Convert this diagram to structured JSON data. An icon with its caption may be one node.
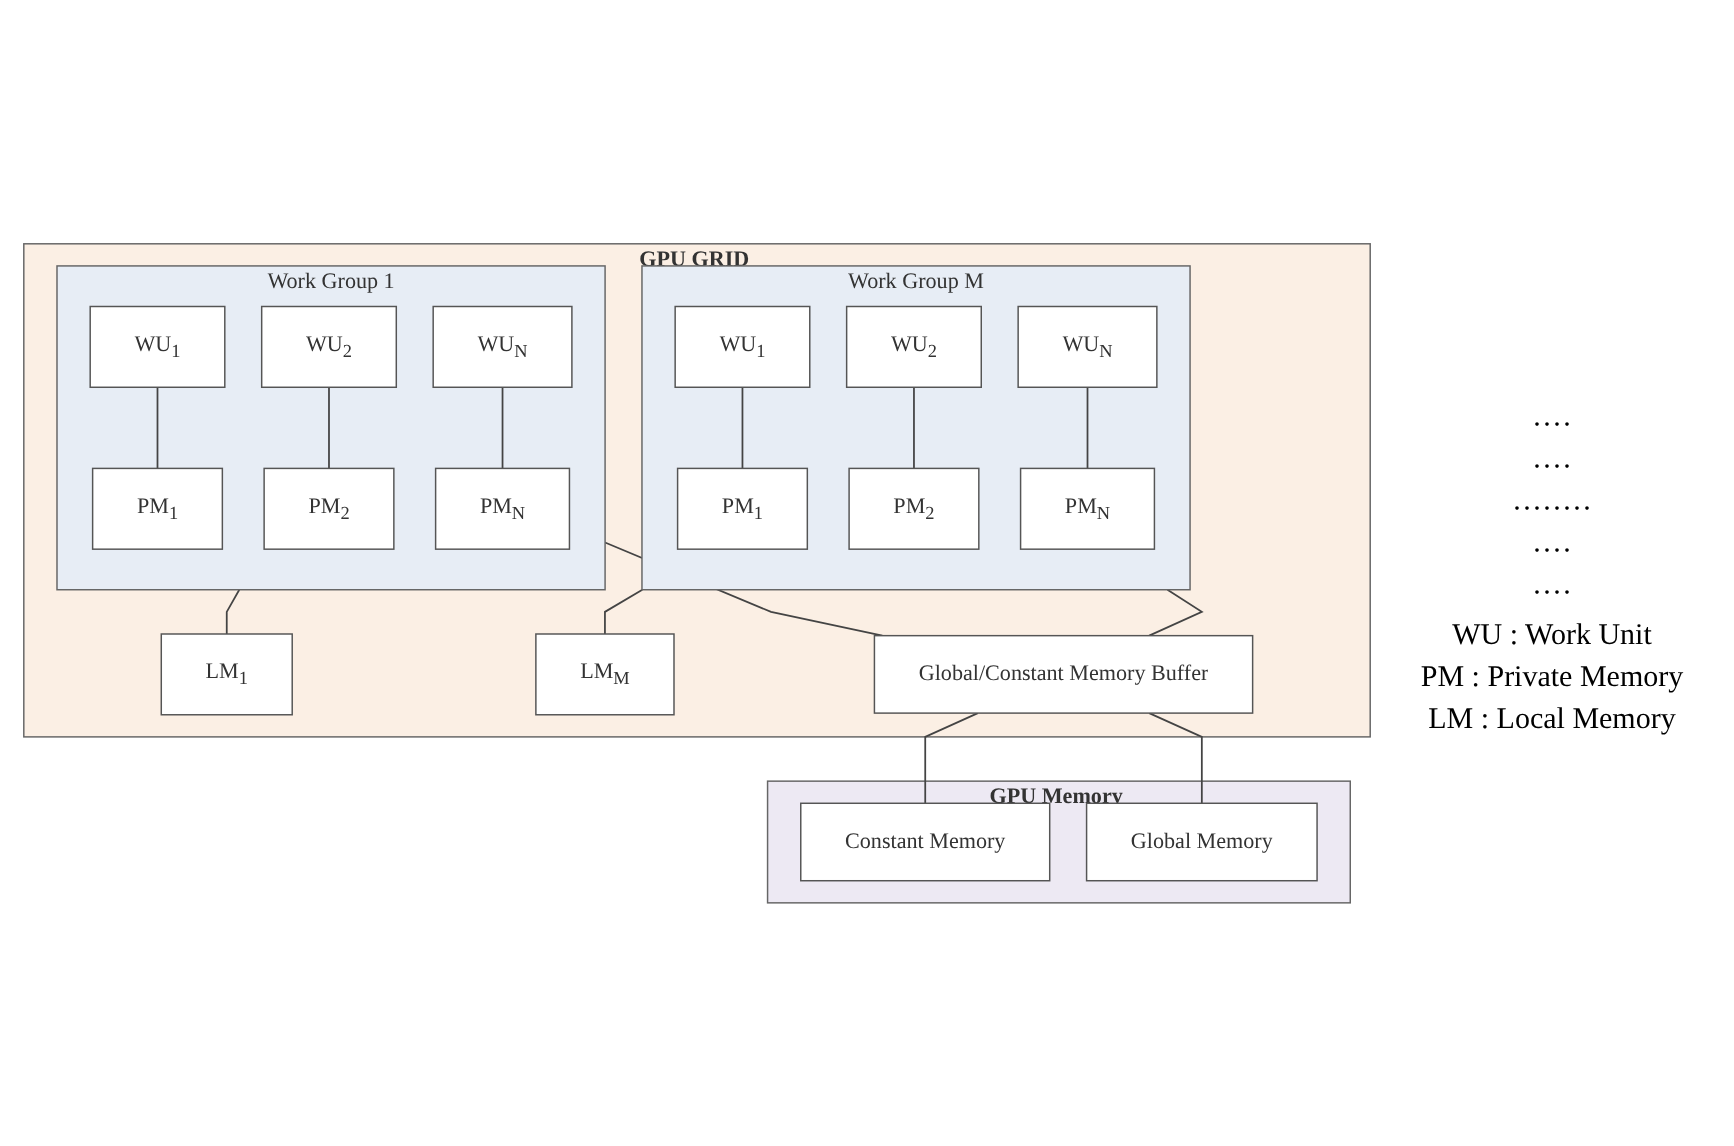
{
  "diagram": {
    "nodes": [
      {
        "text": [
          "GPU GRID"
        ]
      },
      {
        "text": [
          "Work Group 1"
        ],
        "in": 0
      },
      {
        "text": [
          "WU$_{1}$"
        ],
        "in": 1
      },
      {
        "text": [
          "WU$_{2}$"
        ],
        "in": 1
      },
      {
        "text": [
          "WU$_{N}$"
        ],
        "in": 1
      },
      {
        "text": [
          "PM$_{1}$"
        ],
        "in": 1
      },
      {
        "text": [
          "PM$_{2}$"
        ],
        "in": 1
      },
      {
        "text": [
          "PM$_{N}$"
        ],
        "in": 1
      },
      {
        "text": [
          "LM$_{1}$"
        ],
        "in": 0
      },
      {
        "text": [
          "Work Group M"
        ],
        "in": 0
      },
      {
        "text": [
          "WU$_{1}$"
        ],
        "in": 9
      },
      {
        "text": [
          "WU$_{2}$"
        ],
        "in": 9
      },
      {
        "text": [
          "WU$_{N}$"
        ],
        "in": 9
      },
      {
        "text": [
          "PM$_{1}$"
        ],
        "in": 9
      },
      {
        "text": [
          "PM$_{2}$"
        ],
        "in": 9
      },
      {
        "text": [
          "PM$_{N}$"
        ],
        "in": 9
      },
      {
        "text": [
          "LM$_{M}$"
        ],
        "in": 0
      },
      {
        "text": [
          "Global/Constant Memory Buffer"
        ],
        "in": 0
      },
      {
        "text": [
          "GPU Memory"
        ]
      },
      {
        "text": [
          "Constant Memory"
        ],
        "in": 18
      },
      {
        "text": [
          "Global Memory"
        ],
        "in": 18
      }
    ],
    "edges": [
      {
        "from": 2,
        "to": 5,
        "arrow": "none"
      },
      {
        "from": 3,
        "to": 6,
        "arrow": "none"
      },
      {
        "from": 4,
        "to": 7,
        "arrow": "none"
      },
      {
        "from": 1,
        "to": 8,
        "arrow": "none"
      },
      {
        "from": 1,
        "to": 17,
        "arrow": "none"
      },
      {
        "from": 10,
        "to": 13,
        "arrow": "none"
      },
      {
        "from": 11,
        "to": 14,
        "arrow": "none"
      },
      {
        "from": 12,
        "to": 15,
        "arrow": "none"
      },
      {
        "from": 9,
        "to": 16,
        "arrow": "none"
      },
      {
        "from": 9,
        "to": 17,
        "arrow": "none"
      },
      {
        "from": 17,
        "to": 19,
        "arrow": "none"
      },
      {
        "from": 17,
        "to": 20,
        "arrow": "none"
      }
    ],
    "labels": [
      "····",
      "····",
      "········",
      "····",
      "····",
      "WU : Work Unit",
      "PM : Private Memory",
      "LM : Local Memory"
    ]
  }
}
